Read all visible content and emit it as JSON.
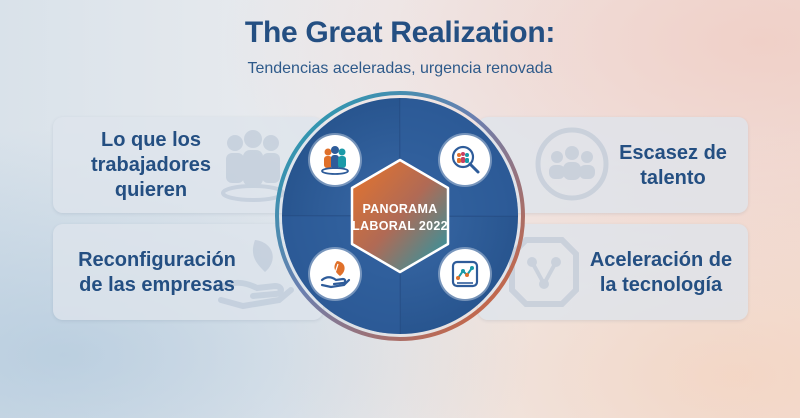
{
  "header": {
    "title": "The Great Realization:",
    "subtitle": "Tendencias aceleradas, urgencia renovada"
  },
  "center": {
    "line1": "PANORAMA",
    "line2": "LABORAL 2022"
  },
  "quadrants": {
    "top_left": {
      "line1": "Lo que los",
      "line2": "trabajadores",
      "line3": "quieren",
      "icon": "people-group-icon"
    },
    "top_right": {
      "line1": "Escasez de",
      "line2": "talento",
      "icon": "magnifier-people-icon"
    },
    "bottom_left": {
      "line1": "Reconfiguración",
      "line2": "de las empresas",
      "icon": "hand-leaf-icon"
    },
    "bottom_right": {
      "line1": "Aceleración de",
      "line2": "la tecnología",
      "icon": "circuit-chip-icon"
    }
  },
  "colors": {
    "title": "#244f82",
    "circle_blue": "#2e5c9a",
    "accent_orange": "#e0702a",
    "accent_teal": "#1a9aa8"
  }
}
